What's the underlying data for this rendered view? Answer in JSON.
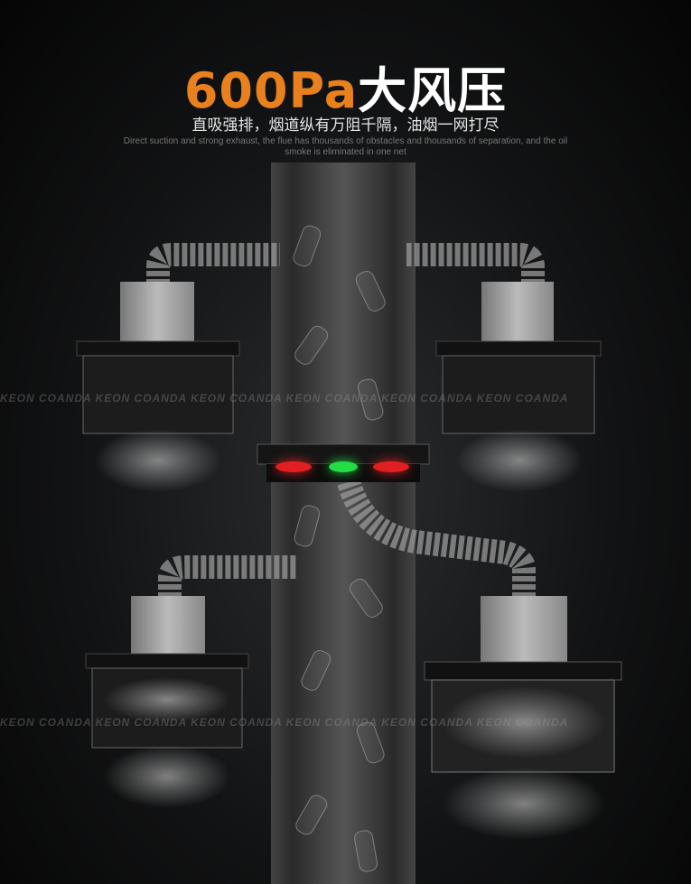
{
  "headline": {
    "number": "600Pa",
    "text": "大风压",
    "accent_color": "#e8801e"
  },
  "subtitle_cn": "直吸强排，烟道纵有万阻千隔，油烟一网打尽",
  "subtitle_en": "Direct suction and strong exhaust, the flue has thousands of obstacles and thousands of separation, and the oil smoke is eliminated in one net",
  "watermark": "KEON COANDA",
  "controller_lights": [
    "#e02020",
    "#22dd44",
    "#e02020"
  ]
}
